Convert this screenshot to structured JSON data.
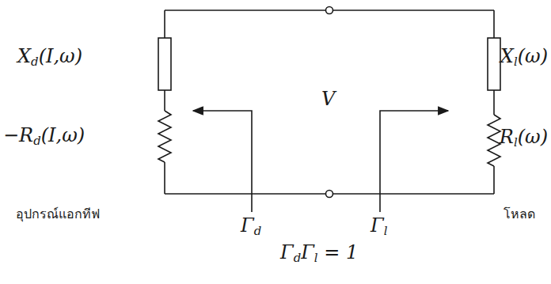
{
  "diagram": {
    "labels": [
      "Xd(I,ω)",
      "−Rd(I,ω)",
      "Xl(ω)",
      "Rl(ω)",
      "V",
      "Γd",
      "Γl",
      "ΓdΓl = 1",
      "อุปกรณ์แอกทีฟ",
      "โหลด"
    ]
  }
}
